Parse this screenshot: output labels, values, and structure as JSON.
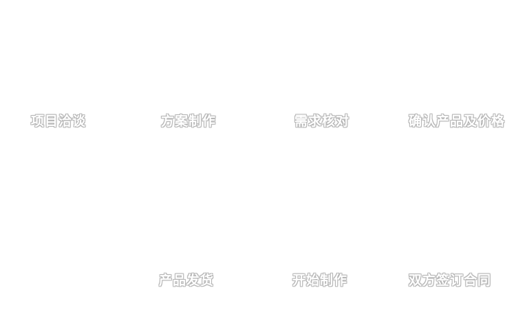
{
  "diagram": {
    "type": "process-flow",
    "rows": {
      "top_order": "left-to-right",
      "bottom_order": "right-to-left"
    },
    "steps": [
      {
        "index": 1,
        "label": "项目洽谈",
        "row": "top"
      },
      {
        "index": 2,
        "label": "方案制作",
        "row": "top"
      },
      {
        "index": 3,
        "label": "需求核对",
        "row": "top"
      },
      {
        "index": 4,
        "label": "确认产品及价格",
        "row": "top"
      },
      {
        "index": 5,
        "label": "双方签订合同",
        "row": "bottom"
      },
      {
        "index": 6,
        "label": "开始制作",
        "row": "bottom"
      },
      {
        "index": 7,
        "label": "产品发货",
        "row": "bottom"
      }
    ]
  },
  "colors": {
    "background": "#ffffff",
    "label_text": "#ffffff",
    "label_edge": "#b5b5b5"
  }
}
